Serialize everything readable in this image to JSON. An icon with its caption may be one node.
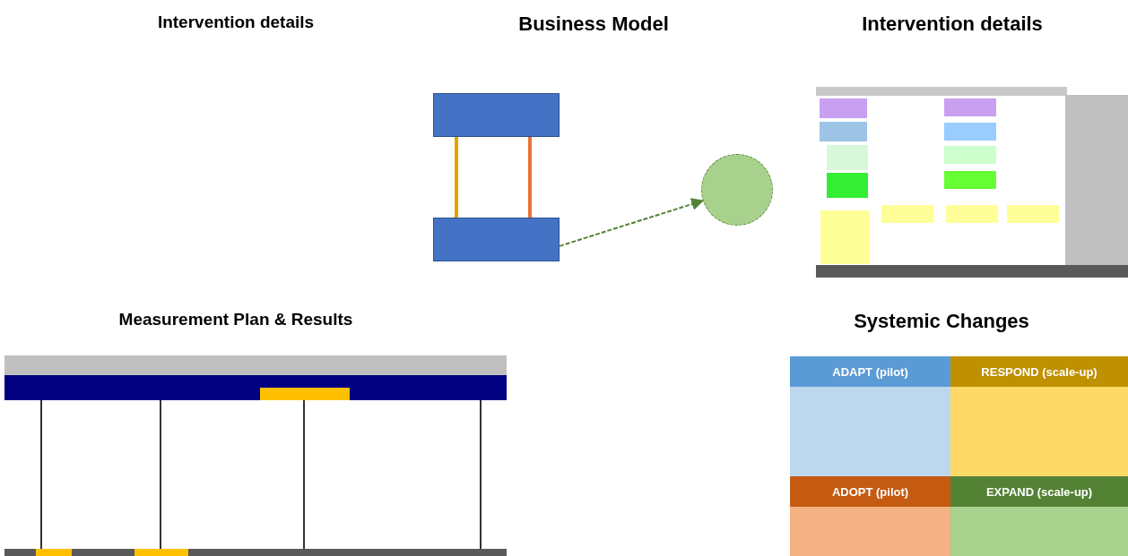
{
  "diagram": {
    "nodes": [
      {
        "text": [],
        "shape": "box"
      },
      {
        "text": [],
        "shape": "box"
      },
      {
        "text": [],
        "shape": "circle"
      },
      {
        "text": [
          "ADAPT (pilot)"
        ]
      },
      {
        "text": [
          "RESPOND (scale-up)"
        ]
      },
      {
        "text": [
          "ADOPT (pilot)"
        ]
      },
      {
        "text": [
          "EXPAND (scale-up)"
        ]
      }
    ],
    "edges": [
      {
        "from": 1,
        "to": 0,
        "arrow": "none",
        "color": "#e0a400"
      },
      {
        "from": 1,
        "to": 0,
        "arrow": "none",
        "color": "#e8743b"
      },
      {
        "from": 1,
        "to": 2,
        "arrow": "to",
        "style": "dashed",
        "color": "#548235"
      }
    ],
    "labels": [
      "Intervention details",
      "Business Model",
      "Intervention details",
      "Measurement Plan & Results",
      "Systemic Changes"
    ]
  }
}
